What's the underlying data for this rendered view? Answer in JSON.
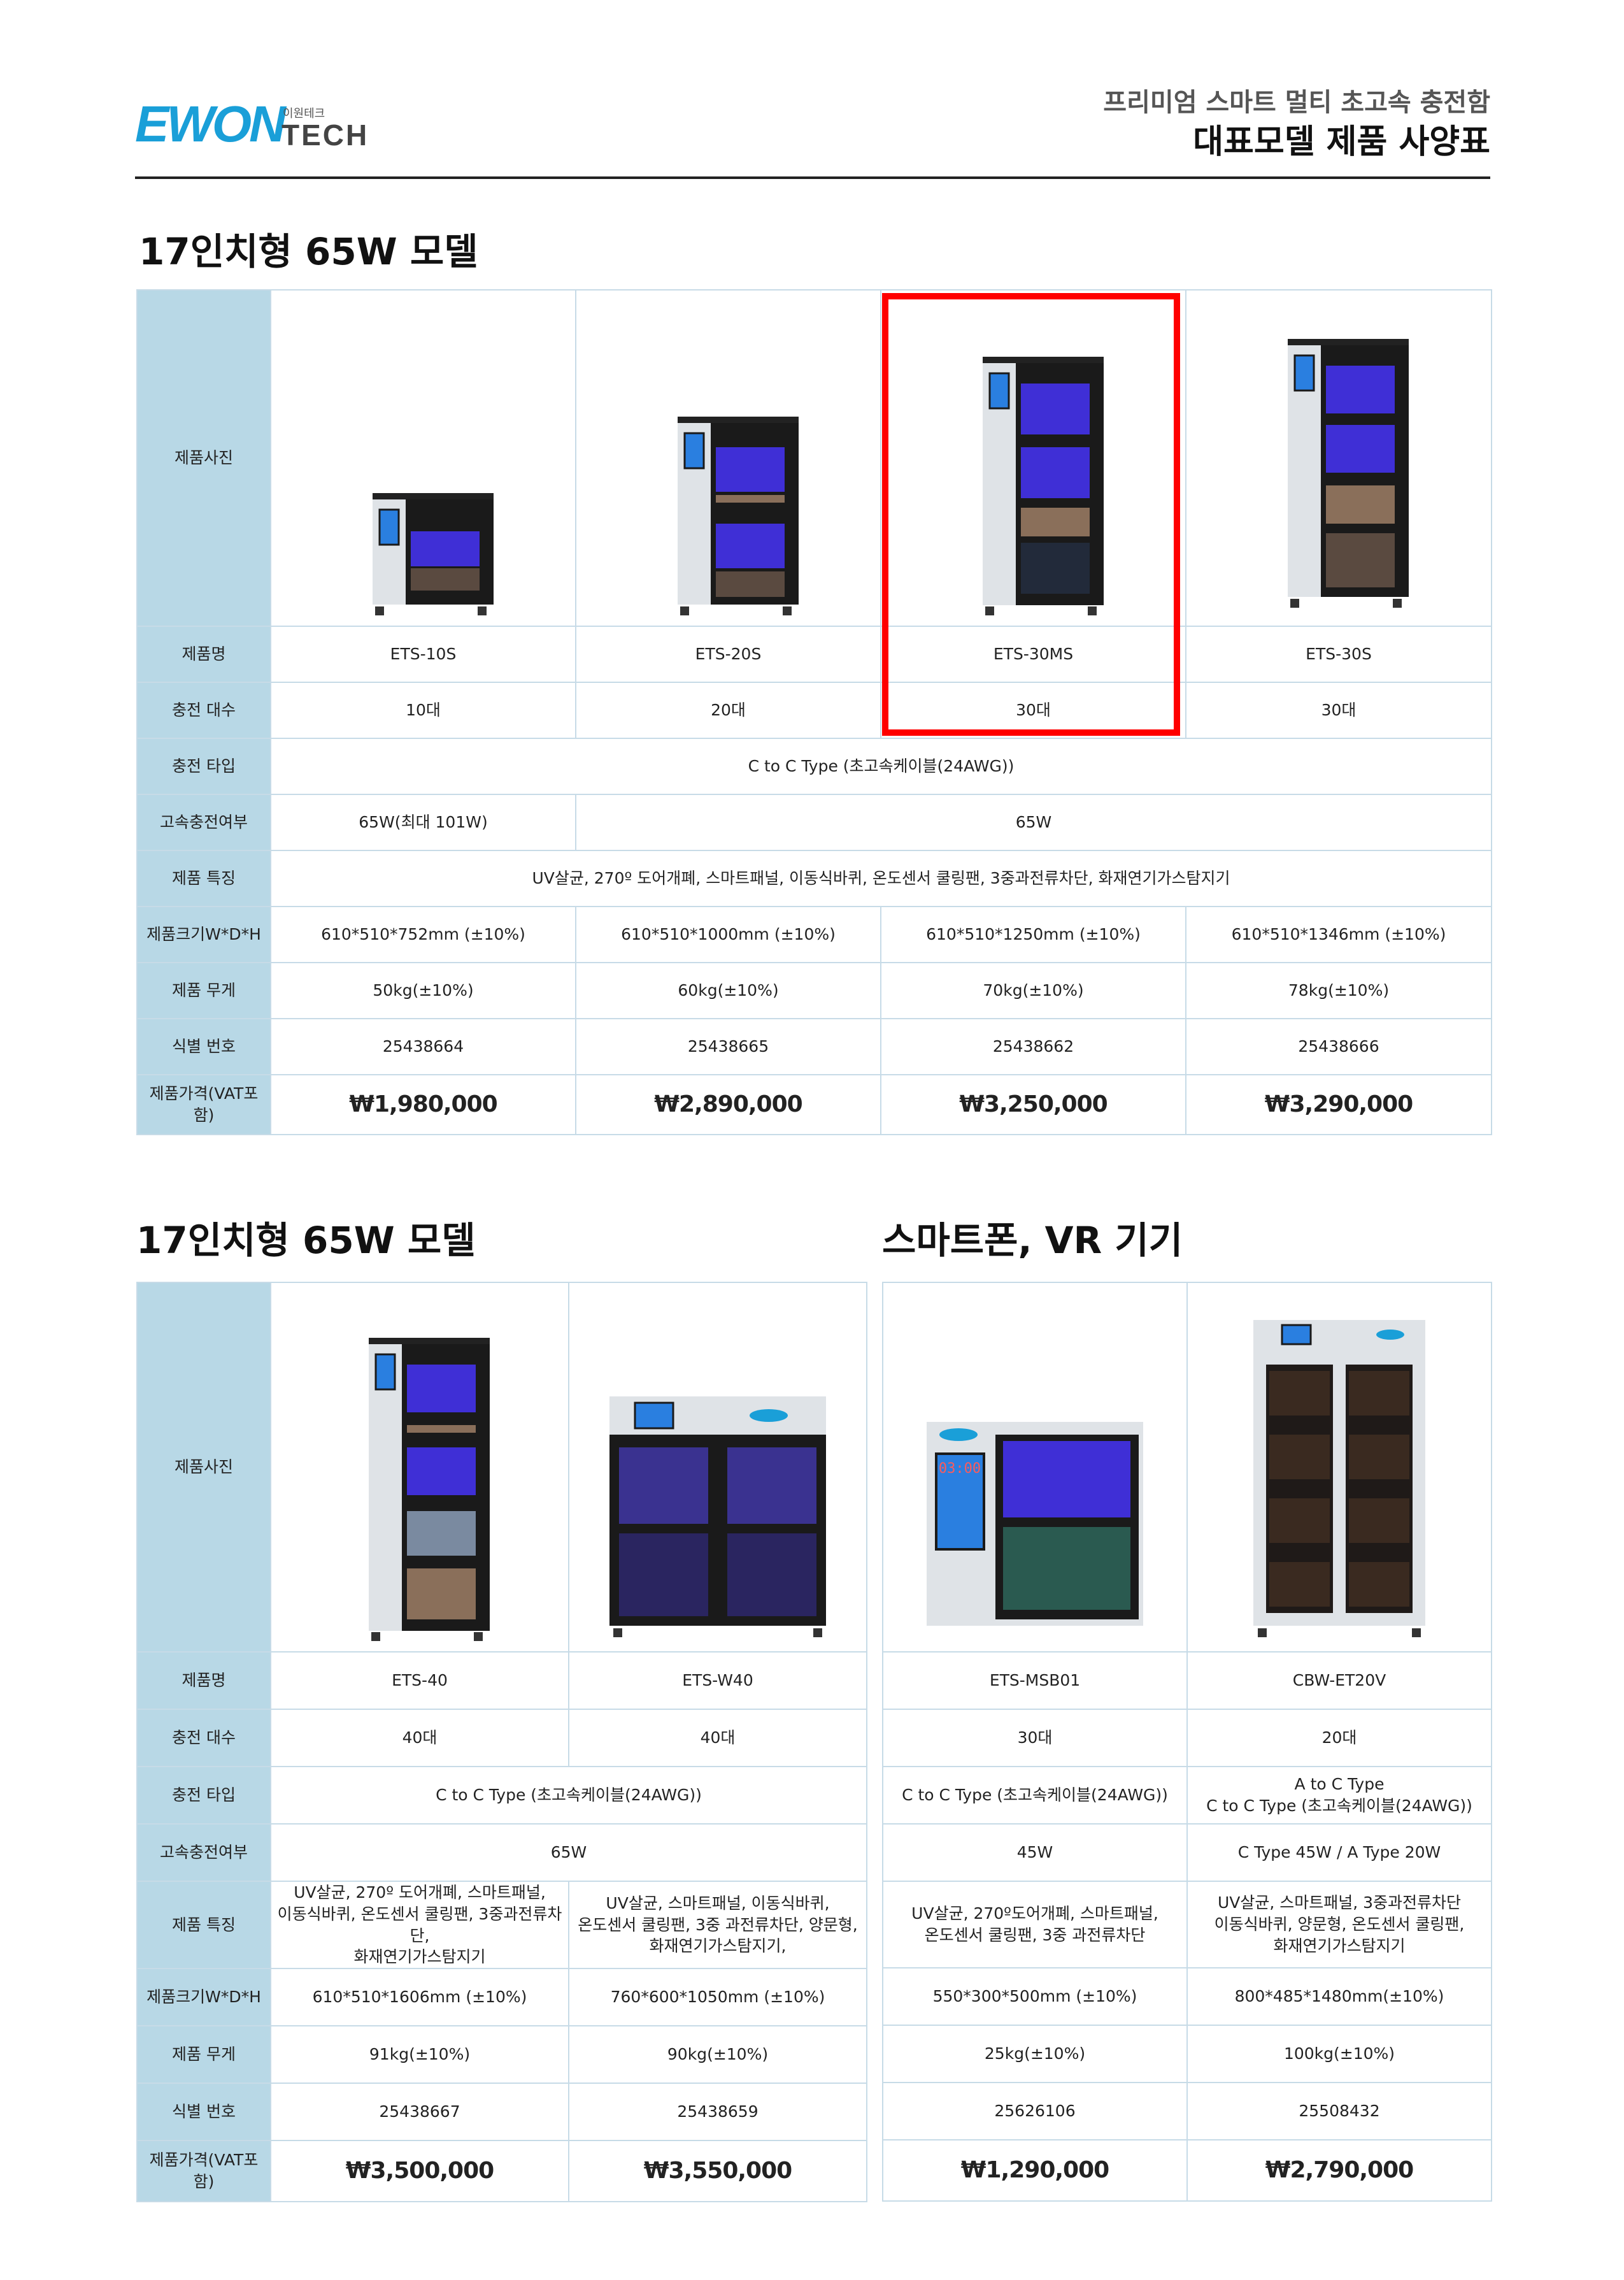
{
  "header": {
    "logo_main": "EWON",
    "logo_small": "이원테크",
    "logo_tech": "TECH",
    "subtitle": "프리미엄 스마트 멀티 초고속 충전함",
    "title": "대표모델 제품 사양표"
  },
  "labels": {
    "photo": "제품사진",
    "name": "제품명",
    "count": "충전 대수",
    "type": "충전 타입",
    "fast": "고속충전여부",
    "feature": "제품 특징",
    "size": "제품크기W*D*H",
    "weight": "제품 무게",
    "id": "식별 번호",
    "price": "제품가격(VAT포함)"
  },
  "section1": {
    "title": "17인치형 65W 모델",
    "names": [
      "ETS-10S",
      "ETS-20S",
      "ETS-30MS",
      "ETS-30S"
    ],
    "counts": [
      "10대",
      "20대",
      "30대",
      "30대"
    ],
    "type": "C to C Type (초고속케이블(24AWG))",
    "fast_first": "65W(최대 101W)",
    "fast_rest": "65W",
    "feature": "UV살균, 270º 도어개폐, 스마트패널, 이동식바퀴, 온도센서 쿨링팬, 3중과전류차단, 화재연기가스탐지기",
    "sizes": [
      "610*510*752mm (±10%)",
      "610*510*1000mm (±10%)",
      "610*510*1250mm (±10%)",
      "610*510*1346mm (±10%)"
    ],
    "weights": [
      "50kg(±10%)",
      "60kg(±10%)",
      "70kg(±10%)",
      "78kg(±10%)"
    ],
    "ids": [
      "25438664",
      "25438665",
      "25438662",
      "25438666"
    ],
    "prices": [
      "₩1,980,000",
      "₩2,890,000",
      "₩3,250,000",
      "₩3,290,000"
    ]
  },
  "section2": {
    "title": "17인치형 65W 모델",
    "names": [
      "ETS-40",
      "ETS-W40"
    ],
    "counts": [
      "40대",
      "40대"
    ],
    "type": "C to C Type (초고속케이블(24AWG))",
    "fast": "65W",
    "features": [
      [
        "UV살균, 270º 도어개폐, 스마트패널,",
        "이동식바퀴, 온도센서 쿨링팬, 3중과전류차단,",
        "화재연기가스탐지기"
      ],
      [
        "UV살균, 스마트패널, 이동식바퀴,",
        "온도센서 쿨링팬, 3중 과전류차단, 양문형,",
        "화재연기가스탐지기,"
      ]
    ],
    "sizes": [
      "610*510*1606mm (±10%)",
      "760*600*1050mm (±10%)"
    ],
    "weights": [
      "91kg(±10%)",
      "90kg(±10%)"
    ],
    "ids": [
      "25438667",
      "25438659"
    ],
    "prices": [
      "₩3,500,000",
      "₩3,550,000"
    ]
  },
  "section3": {
    "title": "스마트폰, VR 기기",
    "names": [
      "ETS-MSB01",
      "CBW-ET20V"
    ],
    "counts": [
      "30대",
      "20대"
    ],
    "types": [
      [
        "C to C Type (초고속케이블(24AWG))"
      ],
      [
        "A to C Type",
        "C to C Type (초고속케이블(24AWG))"
      ]
    ],
    "fasts": [
      "45W",
      "C Type 45W / A Type 20W"
    ],
    "features": [
      [
        "UV살균, 270º도어개폐, 스마트패널,",
        "온도센서 쿨링팬, 3중 과전류차단"
      ],
      [
        "UV살균, 스마트패널, 3중과전류차단",
        "이동식바퀴, 양문형, 온도센서 쿨링팬,",
        "화재연기가스탐지기"
      ]
    ],
    "sizes": [
      "550*300*500mm (±10%)",
      "800*485*1480mm(±10%)"
    ],
    "weights": [
      "25kg(±10%)",
      "100kg(±10%)"
    ],
    "ids": [
      "25626106",
      "25508432"
    ],
    "prices": [
      "₩1,290,000",
      "₩2,790,000"
    ],
    "screen_time": "03:00"
  },
  "colors": {
    "accent": "#1a9fd8",
    "label_bg": "#b8d8e6",
    "border": "#c7dbe7",
    "highlight": "#ff0000",
    "shelf": "#3f2fd6"
  }
}
